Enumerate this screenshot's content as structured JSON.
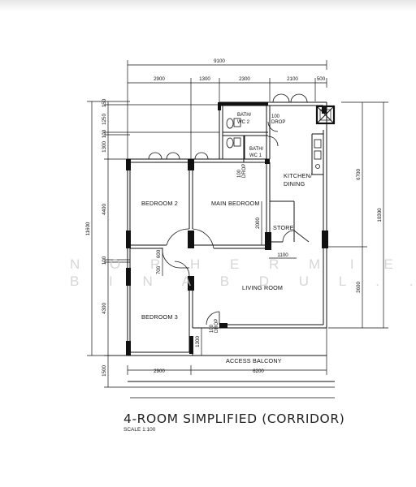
{
  "plan": {
    "title": "4-ROOM SIMPLIFIED (CORRIDOR)",
    "scale": "SCALE   1:100",
    "watermark": [
      "N O R  H E R M I E",
      "B I N  A B D U L . ."
    ],
    "rooms": {
      "bedroom2": "BEDROOM 2",
      "main_bedroom": "MAIN BEDROOM",
      "bedroom3": "BEDROOM 3",
      "living_room": "LIVING ROOM",
      "kitchen_1": "KITCHEN/",
      "kitchen_2": "DINING",
      "store": "STORE",
      "bath2_1": "BATH/",
      "bath2_2": "WC 2",
      "bath1_1": "BATH/",
      "bath1_2": "WC 1",
      "access_balcony": "ACCESS BALCONY"
    },
    "drops": {
      "drop1_a": "100",
      "drop1_b": "DROP",
      "drop2_a": "100",
      "drop2_b": "DROP",
      "drop3_a": "100",
      "drop3_b": "DROP"
    },
    "dims_top": {
      "overall": "9100",
      "d1": "2900",
      "d2": "1300",
      "d3": "2300",
      "d4": "2100",
      "d5": "500"
    },
    "dims_left": {
      "overall": "11600",
      "d1": "150",
      "d2": "1250",
      "d3": "100",
      "d4": "1300",
      "d5": "4400",
      "d6": "100",
      "d7": "4300",
      "d8": "1500"
    },
    "dims_right": {
      "d1": "6700",
      "d2": "10300",
      "d3": "3600"
    },
    "dims_bottom": {
      "d1": "2900",
      "d2": "6200"
    },
    "dims_inner": {
      "d1": "2000",
      "d2": "1100",
      "d3": "600",
      "d4": "700",
      "d5": "1300"
    }
  }
}
